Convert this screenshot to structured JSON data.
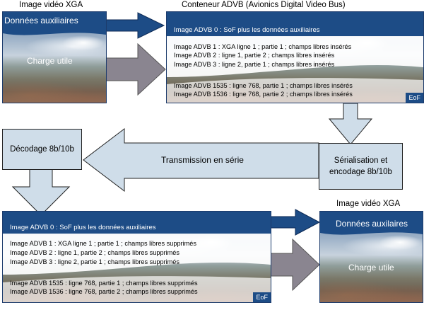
{
  "top_left": {
    "title": "Image vidéo XGA",
    "aux_label": "Données auxiliaires",
    "payload_label": "Charge utile"
  },
  "top_right": {
    "title": "Conteneur ADVB (Avionics Digital Video Bus)",
    "header": "Image ADVB 0 : SoF plus les données auxiliaires",
    "lines_a": [
      "Image ADVB 1 : XGA ligne 1 ; partie 1 ; champs libres insérés",
      "Image ADVB 2 : ligne 1, partie 2 ; champs libres insérés",
      "Image ADVB 3 : ligne 2, partie 1 ; champs libres insérés"
    ],
    "lines_b": [
      "Image ADVB 1535 : ligne 768, partie 1 ; champs libres insérés",
      "Image ADVB 1536 : ligne 768, partie 2 ; champs libres insérés"
    ],
    "eof": "EoF"
  },
  "serialize_box": "Sérialisation et encodage 8b/10b",
  "transmission_label": "Transmission en série",
  "decode_box": "Décodage 8b/10b",
  "bottom_left": {
    "header": "Image ADVB 0 : SoF plus les données auxiliaires",
    "lines_a": [
      "Image ADVB 1 : XGA ligne 1 ; partie 1 ; champs libres supprimés",
      "Image ADVB 2 : ligne 1, partie 2 ; champs libres supprimés",
      "Image ADVB 3 : ligne 2, partie 1 ; champs libres supprimés"
    ],
    "lines_b": [
      "Image ADVB 1535 : ligne 768, partie 1 ; champs libres supprimés",
      "Image ADVB 1536 : ligne 768, partie 2 ; champs libres supprimés"
    ],
    "eof": "EoF"
  },
  "bottom_right": {
    "title": "Image vidéo XGA",
    "aux_label": "Données auxilaires",
    "payload_label": "Charge utile"
  },
  "colors": {
    "band": "#1d4c86",
    "box_fill": "#cfdde9",
    "gray_arrow": "#8a8590",
    "dark_arrow": "#1d4c86"
  }
}
